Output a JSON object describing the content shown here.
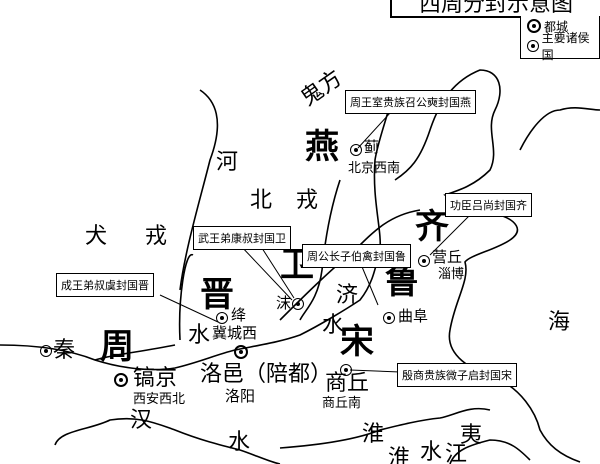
{
  "title": "西周分封示意图",
  "legend": [
    {
      "symbol": "capital",
      "label": "都城"
    },
    {
      "symbol": "vassal",
      "label": "主要诸侯国"
    }
  ],
  "regions": {
    "guifang": "鬼方",
    "he": "河",
    "bei": "北",
    "rong1": "戎",
    "quan": "犬",
    "rong2": "戎",
    "hai": "海",
    "yi": "夷"
  },
  "states": {
    "yan": "燕",
    "jin": "晋",
    "wei": "卫",
    "lu": "鲁",
    "qi": "齐",
    "song": "宋",
    "zhou": "周",
    "qin": "秦"
  },
  "cities": {
    "ji": "蓟",
    "ji_modern": "北京西南",
    "yingqiu": "营丘",
    "yingqiu_modern": "淄博",
    "jiang": "绛",
    "jiang_modern": "冀城西",
    "mei": "沫",
    "qufu": "曲阜",
    "haojing": "镐京",
    "haojing_modern": "西安西北",
    "luoyi": "洛邑（陪都）",
    "luoyi_modern": "洛阳",
    "shangqiu": "商丘",
    "shangqiu_modern": "商丘南"
  },
  "rivers": {
    "ji_river": [
      "济",
      "水"
    ],
    "fen_water": "水",
    "han_river": [
      "汉",
      "水"
    ],
    "huai_river": [
      "淮",
      "水",
      "淮"
    ],
    "jiang": "江"
  },
  "callouts": {
    "yan": "周王室贵族召公奭封国燕",
    "qi": "功臣吕尚封国齐",
    "wei": "武王弟康叔封国卫",
    "lu": "周公长子伯禽封国鲁",
    "jin": "成王弟叔虞封国晋",
    "song": "殷商贵族微子启封国宋"
  }
}
